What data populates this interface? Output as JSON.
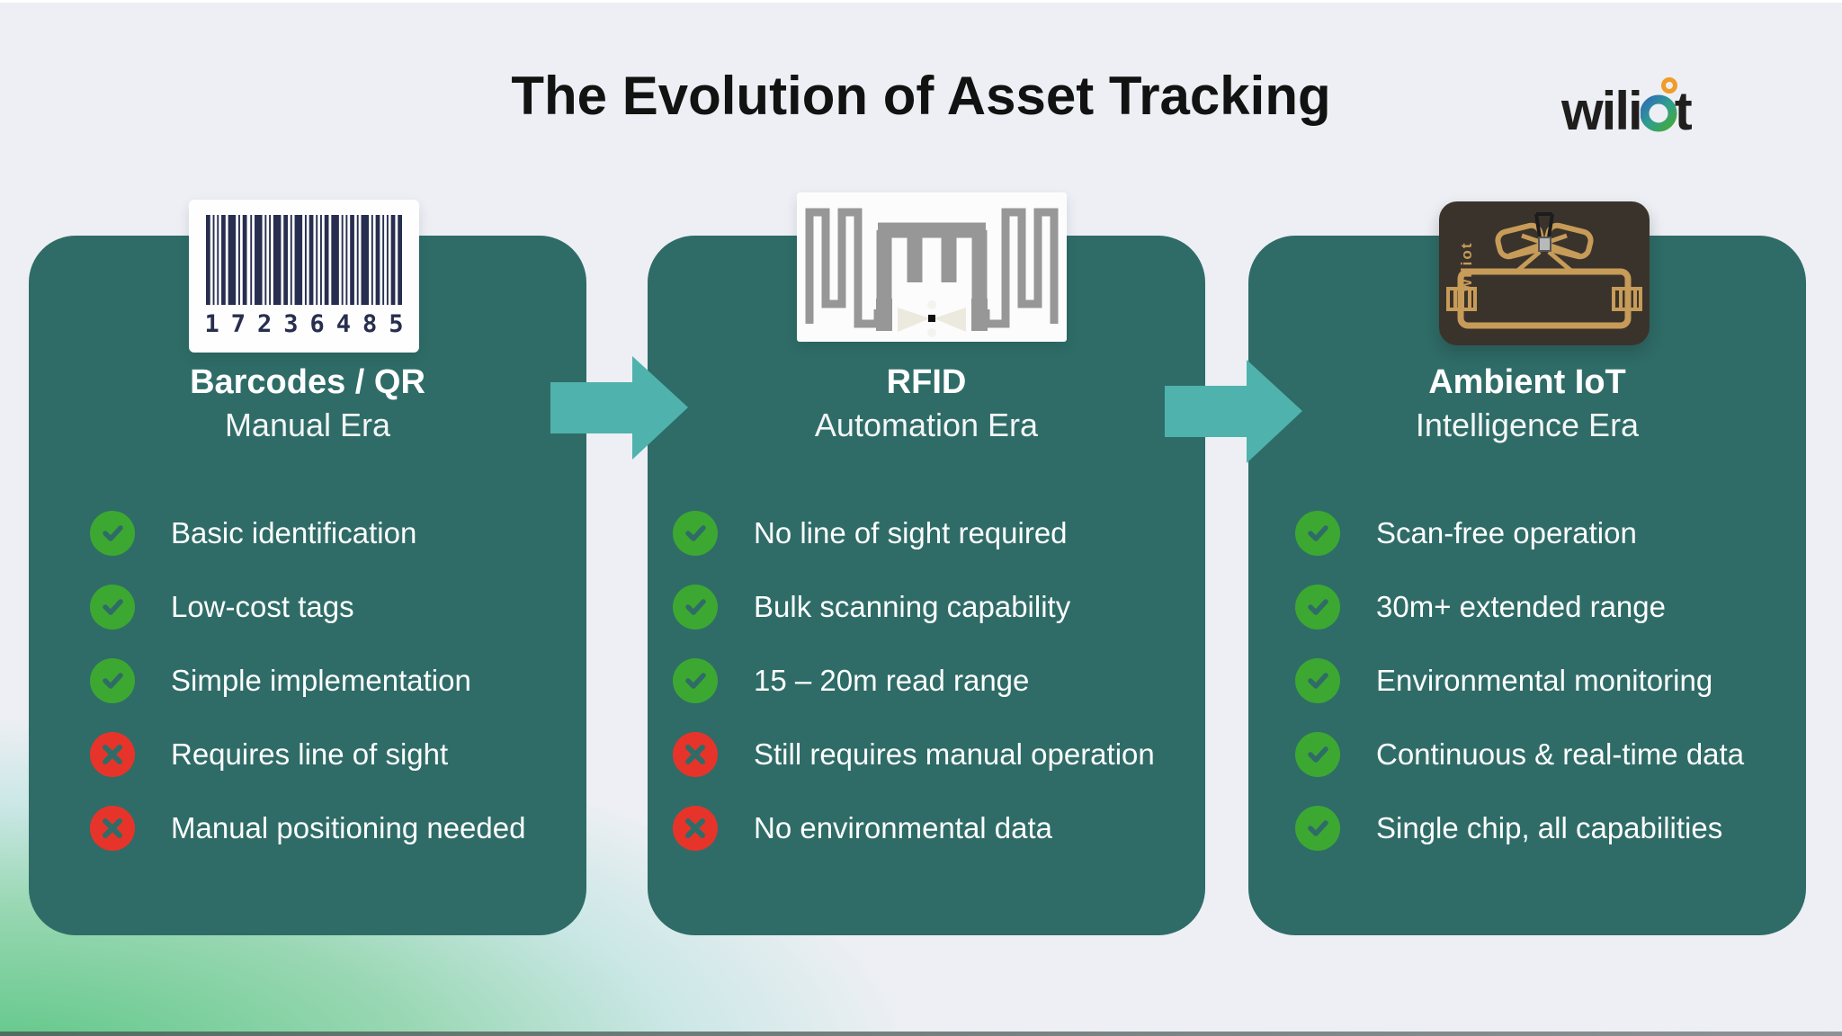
{
  "header": {
    "title": "The Evolution of Asset Tracking",
    "logo": {
      "part1": "wili",
      "part2": "t"
    }
  },
  "colors": {
    "background": "#edeff4",
    "card": "#2f6c67",
    "arrow": "#4fb2ad",
    "pro_badge": "#3ca832",
    "con_badge": "#e7342a",
    "green_glow": "#54c47e",
    "barcode_ink": "#272e4f",
    "tag_gold": "#c79b58"
  },
  "icons": {
    "pro": "check-circle",
    "con": "cross-circle",
    "flow": "arrow-right",
    "logo_o": "wiliot-gradient-ring",
    "logo_degree": "orange-ring"
  },
  "cards": [
    {
      "title": "Barcodes / QR",
      "era": "Manual Era",
      "barcode_number": "17236485",
      "features": [
        {
          "type": "pro",
          "text": "Basic identification"
        },
        {
          "type": "pro",
          "text": "Low-cost tags"
        },
        {
          "type": "pro",
          "text": "Simple implementation"
        },
        {
          "type": "con",
          "text": "Requires line of sight"
        },
        {
          "type": "con",
          "text": "Manual positioning needed"
        }
      ]
    },
    {
      "title": "RFID",
      "era": "Automation Era",
      "features": [
        {
          "type": "pro",
          "text": "No line of sight required"
        },
        {
          "type": "pro",
          "text": "Bulk scanning capability"
        },
        {
          "type": "pro",
          "text": "15 – 20m read range"
        },
        {
          "type": "con",
          "text": "Still requires manual operation"
        },
        {
          "type": "con",
          "text": "No environmental data"
        }
      ]
    },
    {
      "title": "Ambient IoT",
      "era": "Intelligence Era",
      "tag_label": "wiliot",
      "features": [
        {
          "type": "pro",
          "text": "Scan-free operation"
        },
        {
          "type": "pro",
          "text": "30m+ extended range"
        },
        {
          "type": "pro",
          "text": "Environmental monitoring"
        },
        {
          "type": "pro",
          "text": "Continuous & real-time data"
        },
        {
          "type": "pro",
          "text": "Single chip, all capabilities"
        }
      ]
    }
  ]
}
